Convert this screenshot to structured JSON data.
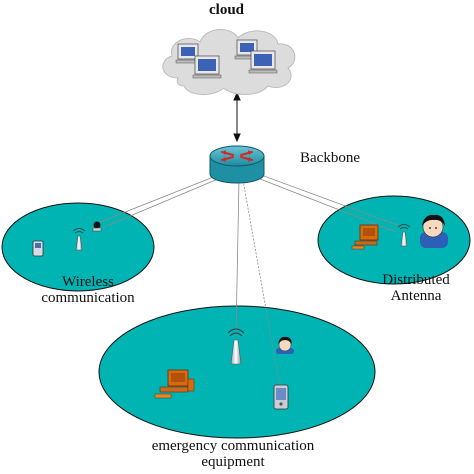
{
  "nodes": {
    "cloud": {
      "label": "cloud"
    },
    "backbone": {
      "label": "Backbone"
    },
    "wireless": {
      "label_line1": "Wireless",
      "label_line2": "communication"
    },
    "distributed": {
      "label_line1": "Distributed",
      "label_line2": "Antenna"
    },
    "emergency": {
      "label_line1": "emergency communication",
      "label_line2": "equipment"
    }
  },
  "colors": {
    "zone_fill": "#00b4b4",
    "cloud_fill": "#dcdcdc",
    "router_fill": "#1f8fa3",
    "link_line": "#8a8a8a"
  },
  "icons": [
    "computer-icon",
    "router-icon",
    "antenna-icon",
    "mobile-phone-icon",
    "pda-icon",
    "person-icon",
    "desktop-computer-icon",
    "camera-icon"
  ]
}
